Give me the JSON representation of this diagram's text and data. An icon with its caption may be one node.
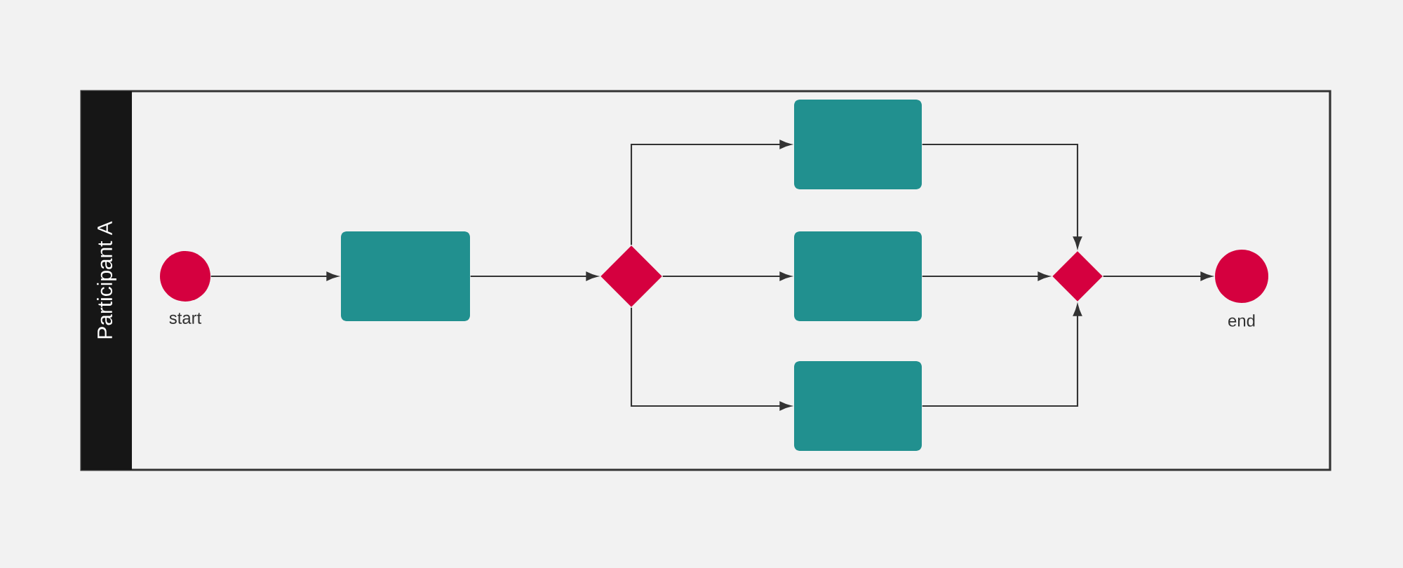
{
  "diagram": {
    "nodes": [
      {
        "text": [
          "Participant A"
        ]
      },
      {
        "text": [],
        "shape": "circle",
        "beside": [
          "start"
        ],
        "in": 0
      },
      {
        "text": [],
        "shape": "box",
        "in": 0
      },
      {
        "text": [],
        "shape": "diamond",
        "in": 0
      },
      {
        "text": [],
        "shape": "box",
        "in": 0
      },
      {
        "text": [],
        "shape": "box",
        "in": 0
      },
      {
        "text": [],
        "shape": "box",
        "in": 0
      },
      {
        "text": [],
        "shape": "diamond",
        "in": 0
      },
      {
        "text": [],
        "shape": "circle",
        "beside": [
          "end"
        ],
        "in": 0
      }
    ],
    "edges": [
      {
        "from": 1,
        "to": 2,
        "arrow": "to"
      },
      {
        "from": 2,
        "to": 3,
        "arrow": "to"
      },
      {
        "from": 3,
        "to": 4,
        "arrow": "to"
      },
      {
        "from": 3,
        "to": 5,
        "arrow": "to"
      },
      {
        "from": 3,
        "to": 6,
        "arrow": "to"
      },
      {
        "from": 4,
        "to": 7,
        "arrow": "to"
      },
      {
        "from": 5,
        "to": 7,
        "arrow": "to"
      },
      {
        "from": 6,
        "to": 7,
        "arrow": "to"
      },
      {
        "from": 7,
        "to": 8,
        "arrow": "to"
      }
    ]
  }
}
